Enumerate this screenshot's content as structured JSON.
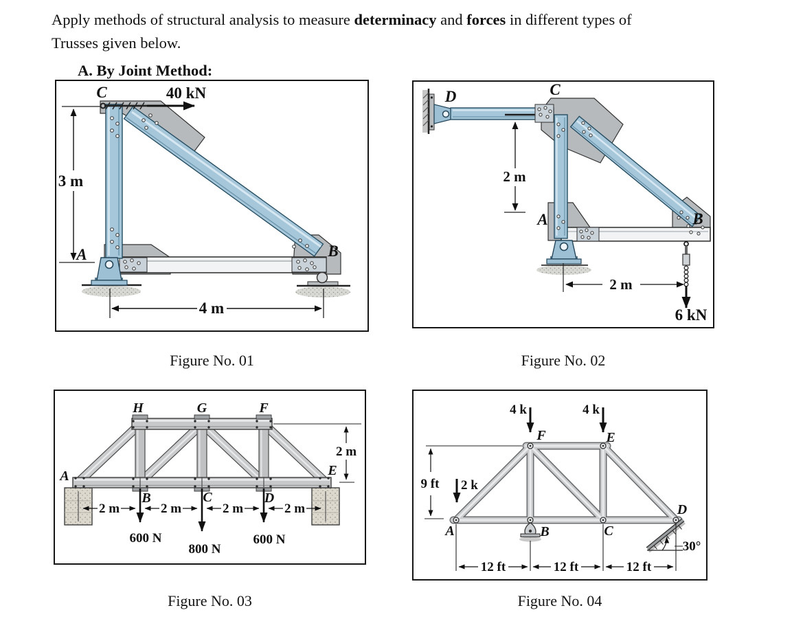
{
  "page": {
    "intro": {
      "seg1": "Apply methods of structural analysis to measure ",
      "bold1": "determinacy",
      "seg2": " and ",
      "bold2": "forces",
      "seg3": " in different types of",
      "line2": "Trusses given below."
    },
    "heading": "A. By Joint Method:"
  },
  "fig1": {
    "caption": "Figure No. 01",
    "force": "40 kN",
    "dim_height": "3 m",
    "dim_span": "4 m",
    "labels": {
      "a": "A",
      "b": "B",
      "c": "C"
    }
  },
  "fig2": {
    "caption": "Figure No. 02",
    "force": "6 kN",
    "dim_height": "2 m",
    "dim_span": "2 m",
    "labels": {
      "a": "A",
      "b": "B",
      "c": "C",
      "d": "D"
    }
  },
  "fig3": {
    "caption": "Figure No. 03",
    "dim_height": "2 m",
    "span_dims": [
      "2 m",
      "2 m",
      "2 m",
      "2 m"
    ],
    "loads": {
      "b": "600 N",
      "c": "800 N",
      "d": "600 N"
    },
    "labels": {
      "a": "A",
      "b": "B",
      "c": "C",
      "d": "D",
      "e": "E",
      "f": "F",
      "g": "G",
      "h": "H"
    }
  },
  "fig4": {
    "caption": "Figure No. 04",
    "dim_height": "9 ft",
    "span_dims": [
      "12 ft",
      "12 ft",
      "12 ft"
    ],
    "loads": {
      "a": "2 k",
      "f": "4 k",
      "e": "4 k"
    },
    "angle": "30°",
    "labels": {
      "a": "A",
      "b": "B",
      "c": "C",
      "d": "D",
      "e": "E",
      "f": "F"
    }
  },
  "colors": {
    "steel_blue": "#a6c7da",
    "steel_gray": "#c6c8ca",
    "plate_gray": "#b7babc"
  }
}
